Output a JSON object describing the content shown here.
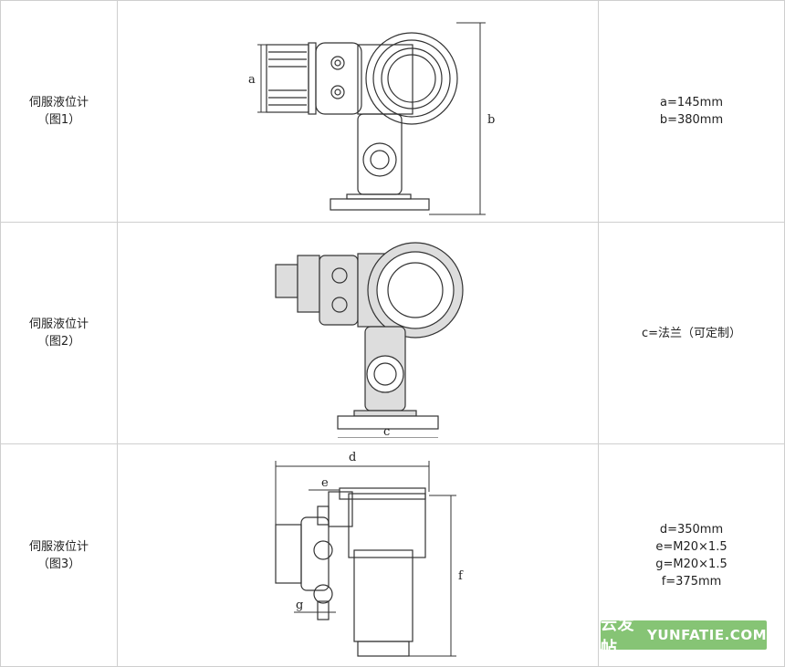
{
  "rows": [
    {
      "name": "伺服液位计",
      "fig_label": "（图1）",
      "dims": [
        "a=145mm",
        "b=380mm"
      ],
      "dim_letters": [
        "a",
        "b"
      ]
    },
    {
      "name": "伺服液位计",
      "fig_label": "（图2）",
      "dims": [
        "c=法兰（可定制）"
      ],
      "dim_letters": [
        "c"
      ]
    },
    {
      "name": "伺服液位计",
      "fig_label": "（图3）",
      "dims": [
        "d=350mm",
        "e=M20×1.5",
        "g=M20×1.5",
        "f=375mm"
      ],
      "dim_letters": [
        "d",
        "e",
        "f",
        "g"
      ]
    }
  ],
  "watermark": {
    "text_cn": "云发帖",
    "text_en": "YUNFATIE.COM"
  }
}
